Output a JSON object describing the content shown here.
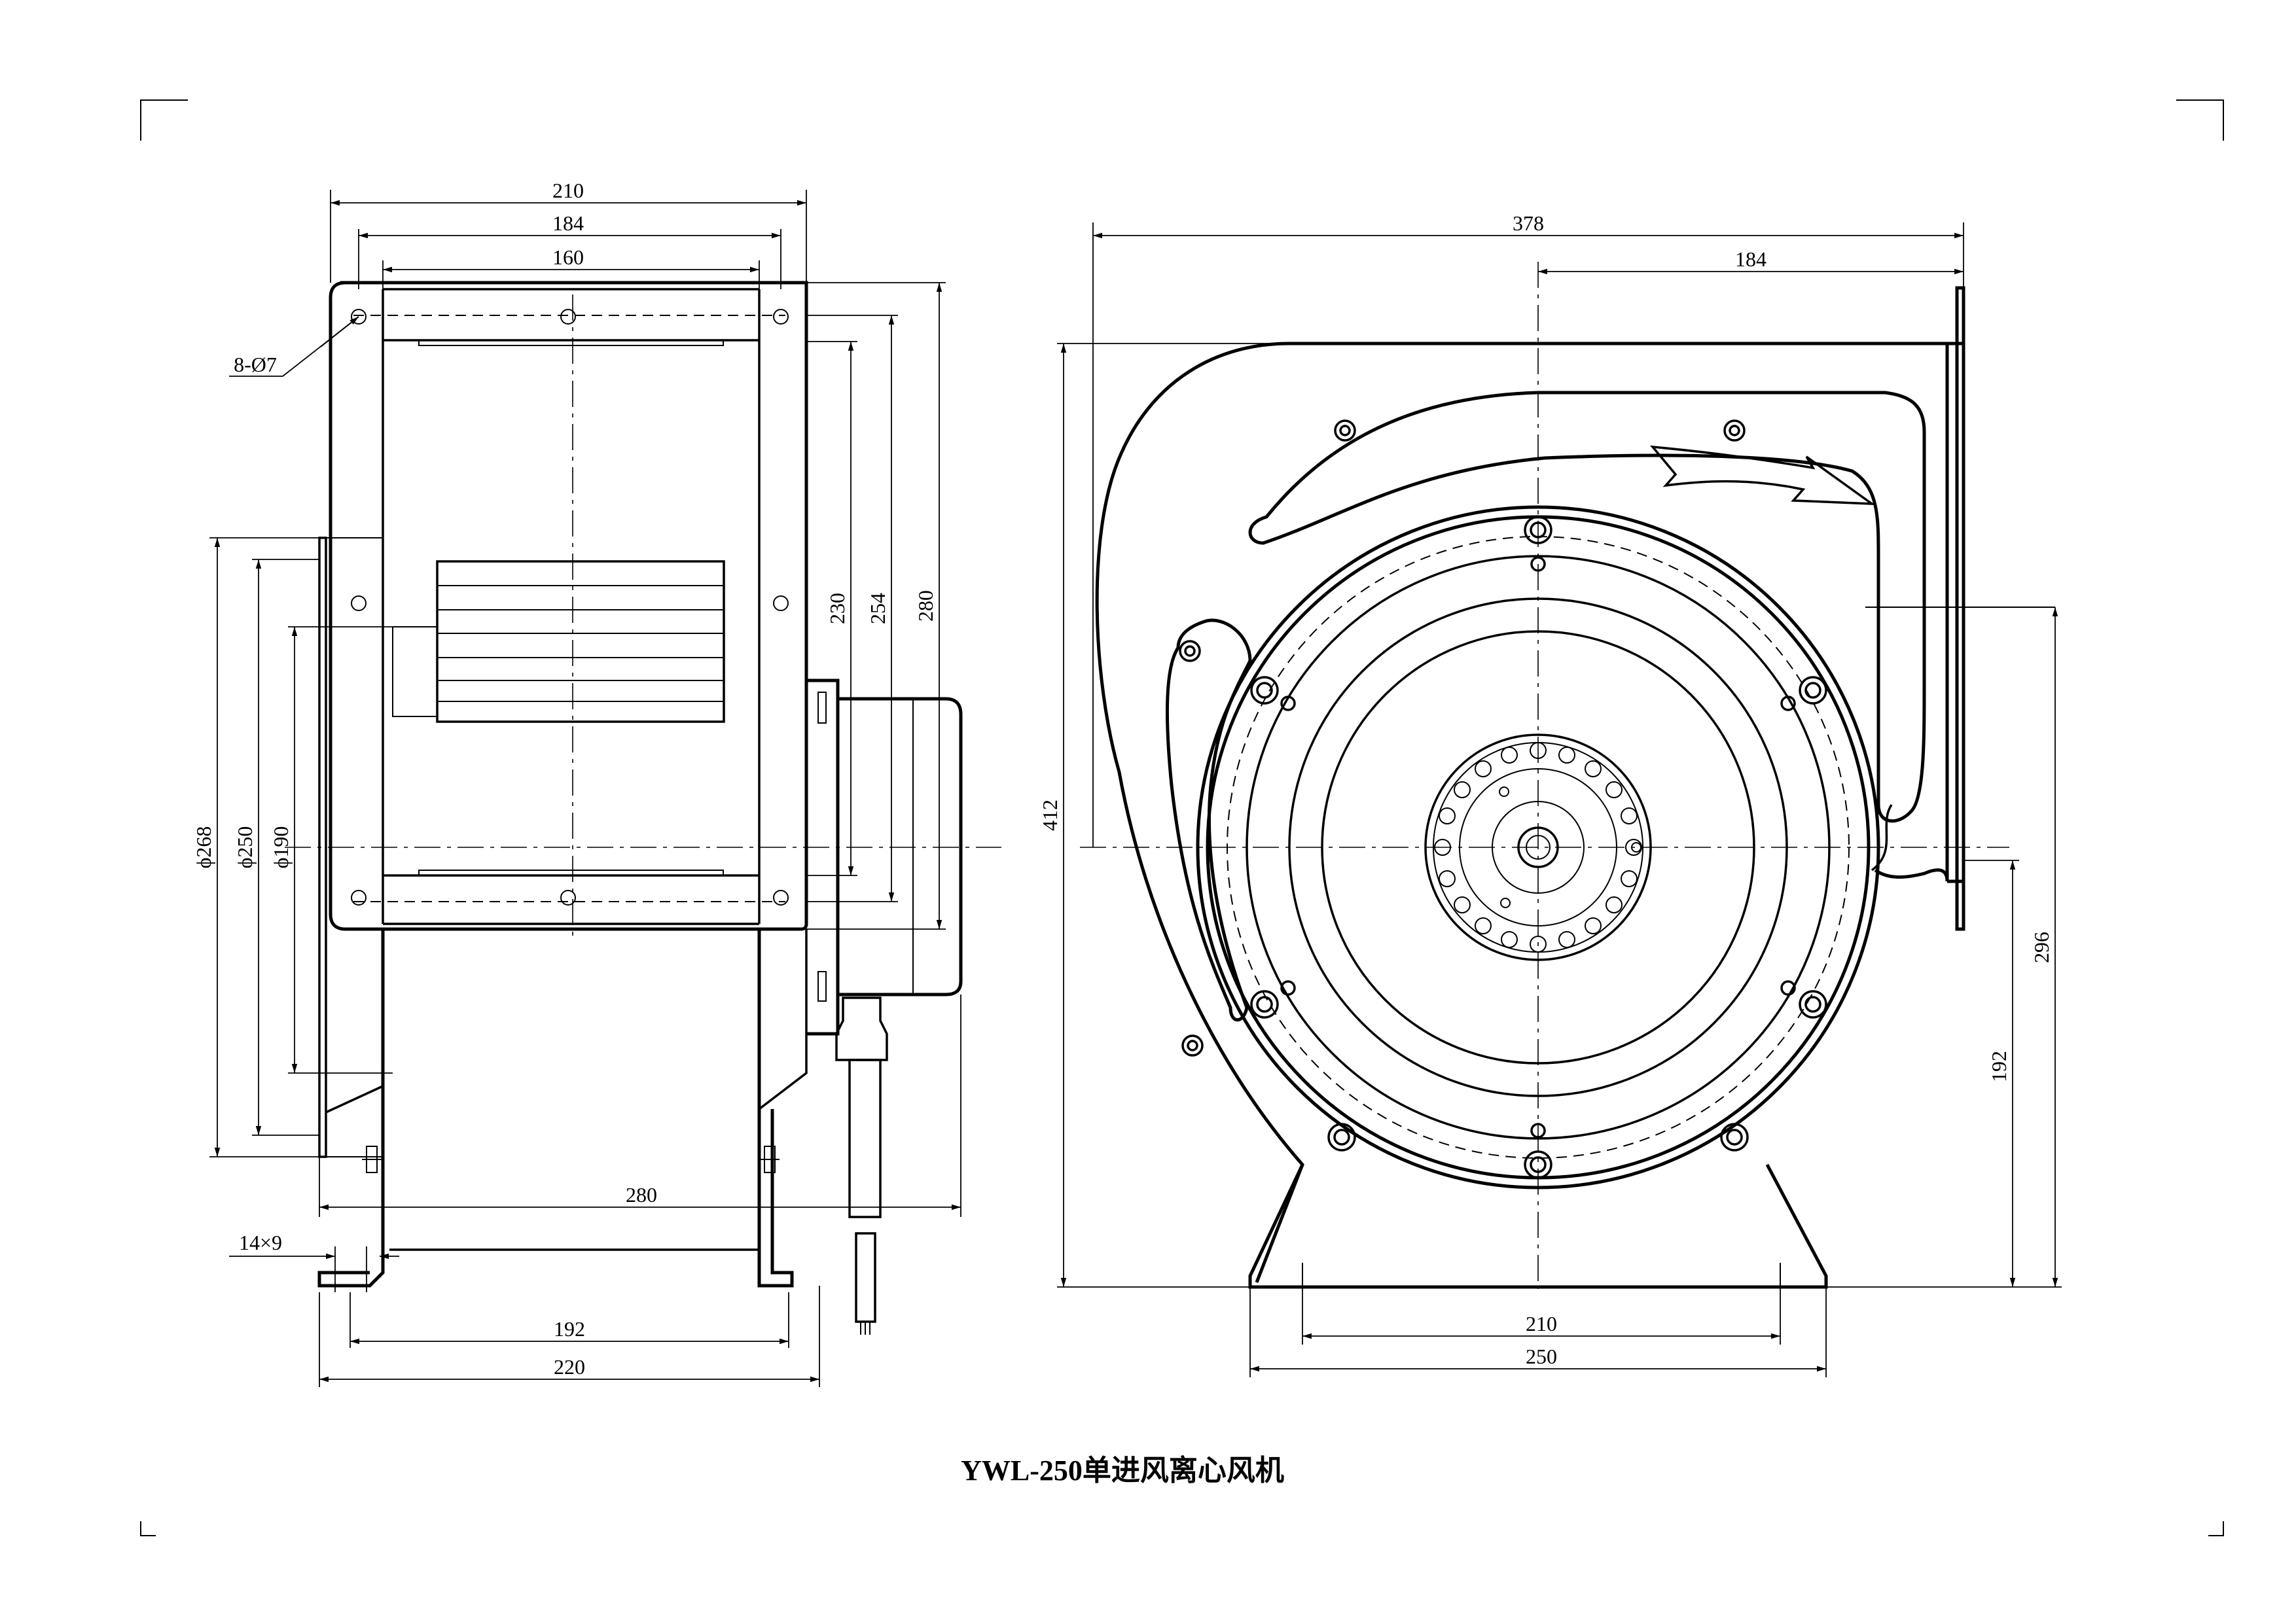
{
  "title": "YWL-250单进风离心风机",
  "side_view": {
    "dim_width_total": "210",
    "dim_width_flange": "184",
    "dim_width_inner": "160",
    "dim_holes": "8-Ø7",
    "dim_h_230": "230",
    "dim_h_254": "254",
    "dim_h_280": "280",
    "dim_d268": "ϕ268",
    "dim_d250": "ϕ250",
    "dim_d190": "ϕ190",
    "dim_depth_280": "280",
    "dim_slot": "14×9",
    "dim_base_192": "192",
    "dim_base_220": "220"
  },
  "front_view": {
    "dim_width_378": "378",
    "dim_outlet_184": "184",
    "dim_height_412": "412",
    "dim_height_296": "296",
    "dim_height_192": "192",
    "dim_base_210": "210",
    "dim_base_250": "250"
  }
}
